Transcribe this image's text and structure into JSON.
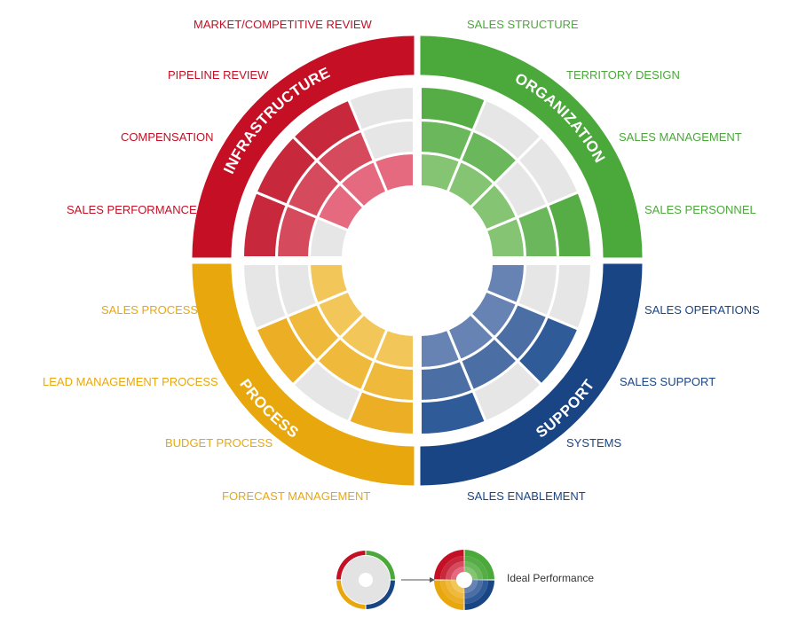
{
  "quadrants": [
    {
      "title": "INFRASTRUCTURE",
      "color": "#c40f24",
      "labels": [
        "MARKET/COMPETITIVE REVIEW",
        "PIPELINE REVIEW",
        "COMPENSATION",
        "SALES PERFORMANCE"
      ],
      "tints": [
        "#c8283c",
        "#d64a5d",
        "#e56a80"
      ],
      "filled": [
        [
          true,
          true,
          false
        ],
        [
          true,
          true,
          true
        ],
        [
          true,
          true,
          true
        ],
        [
          false,
          false,
          true
        ]
      ]
    },
    {
      "title": "ORGANIZATION",
      "color": "#4ba83a",
      "labels": [
        "SALES STRUCTURE",
        "TERRITORY DESIGN",
        "SALES MANAGEMENT",
        "SALES PERSONNEL"
      ],
      "tints": [
        "#56ad46",
        "#6ab85b",
        "#84c473"
      ],
      "filled": [
        [
          true,
          true,
          true
        ],
        [
          false,
          true,
          true
        ],
        [
          false,
          false,
          true
        ],
        [
          true,
          true,
          true
        ]
      ]
    },
    {
      "title": "SUPPORT",
      "color": "#1a4584",
      "labels": [
        "SALES OPERATIONS",
        "SALES SUPPORT",
        "SYSTEMS",
        "SALES ENABLEMENT"
      ],
      "tints": [
        "#2f5c98",
        "#4b6fa5",
        "#6683b4"
      ],
      "filled": [
        [
          false,
          false,
          true
        ],
        [
          true,
          true,
          true
        ],
        [
          false,
          true,
          true
        ],
        [
          true,
          true,
          true
        ]
      ]
    },
    {
      "title": "PROCESS",
      "color": "#e8a80d",
      "labels": [
        "SALES PROCESS",
        "LEAD MANAGEMENT PROCESS",
        "BUDGET PROCESS",
        "FORECAST MANAGEMENT"
      ],
      "tints": [
        "#ebae24",
        "#efba3c",
        "#f3c65a"
      ],
      "filled": [
        [
          true,
          true,
          true
        ],
        [
          false,
          true,
          true
        ],
        [
          true,
          true,
          true
        ],
        [
          false,
          false,
          true
        ]
      ]
    }
  ],
  "empty_color": "#e6e6e6",
  "legend": {
    "text": "Ideal Performance"
  }
}
